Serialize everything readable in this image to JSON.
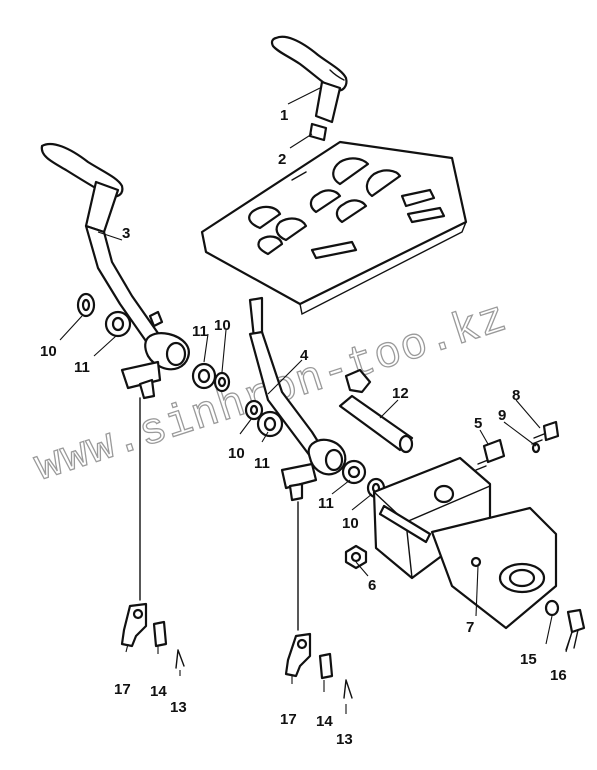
{
  "watermark": "www.sinhron-too.kz",
  "callouts": [
    {
      "id": "c1",
      "text": "1"
    },
    {
      "id": "c2",
      "text": "2"
    },
    {
      "id": "c3",
      "text": "3"
    },
    {
      "id": "c4",
      "text": "4"
    },
    {
      "id": "c5",
      "text": "5"
    },
    {
      "id": "c6",
      "text": "6"
    },
    {
      "id": "c7",
      "text": "7"
    },
    {
      "id": "c8",
      "text": "8"
    },
    {
      "id": "c9",
      "text": "9"
    },
    {
      "id": "c10a",
      "text": "10"
    },
    {
      "id": "c10b",
      "text": "10"
    },
    {
      "id": "c10c",
      "text": "10"
    },
    {
      "id": "c10d",
      "text": "10"
    },
    {
      "id": "c11a",
      "text": "11"
    },
    {
      "id": "c11b",
      "text": "11"
    },
    {
      "id": "c11c",
      "text": "11"
    },
    {
      "id": "c11d",
      "text": "11"
    },
    {
      "id": "c12",
      "text": "12"
    },
    {
      "id": "c13a",
      "text": "13"
    },
    {
      "id": "c13b",
      "text": "13"
    },
    {
      "id": "c14a",
      "text": "14"
    },
    {
      "id": "c14b",
      "text": "14"
    },
    {
      "id": "c15",
      "text": "15"
    },
    {
      "id": "c16",
      "text": "16"
    },
    {
      "id": "c17a",
      "text": "17"
    },
    {
      "id": "c17b",
      "text": "17"
    }
  ]
}
